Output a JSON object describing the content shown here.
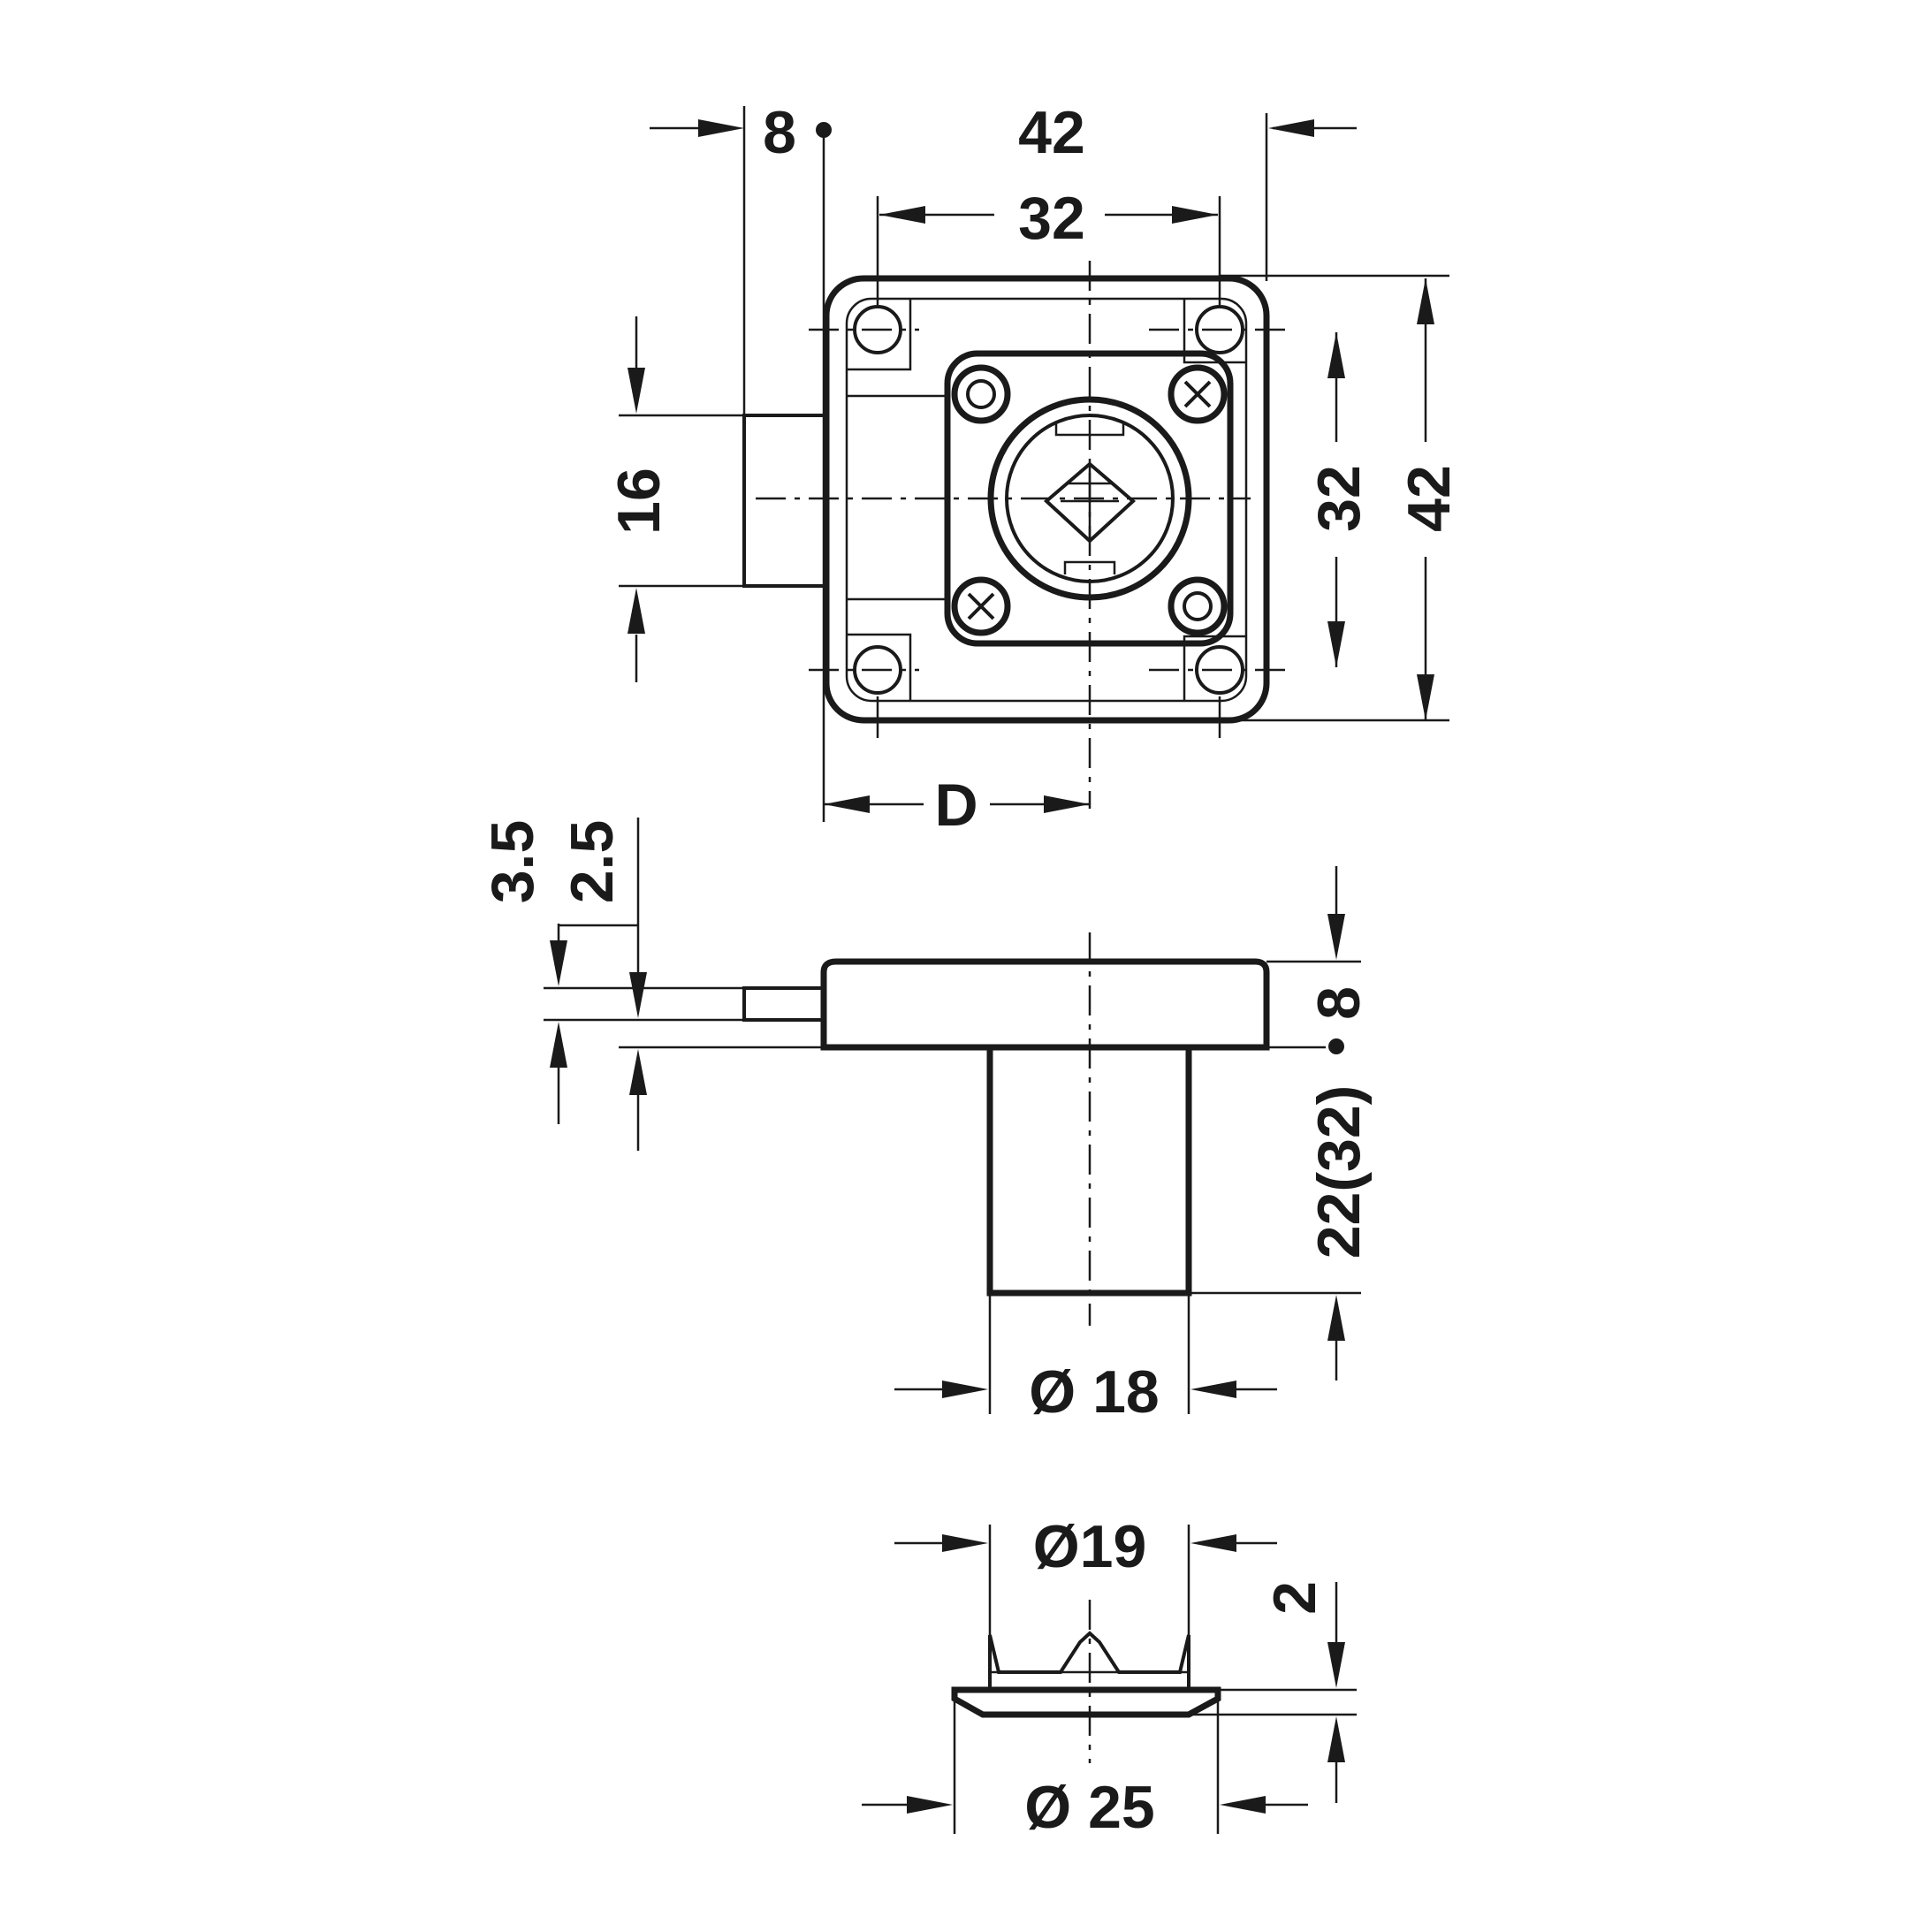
{
  "front_view": {
    "dim_backset": "8",
    "dim_width_outer": "42",
    "dim_hole_spacing_h": "32",
    "dim_bolt_height": "16",
    "dim_hole_spacing_v": "32",
    "dim_height_outer": "42",
    "dim_distance": "D"
  },
  "side_view": {
    "dim_bolt_offset": "3.5",
    "dim_bolt_thickness": "2.5",
    "dim_body_thickness": "8",
    "dim_cylinder_length": "22(32)",
    "dim_cylinder_diameter": "Ø 18"
  },
  "rosette_view": {
    "dim_inner_diameter": "Ø19",
    "dim_height": "2",
    "dim_outer_diameter": "Ø 25"
  },
  "colors": {
    "line": "#1a1a1a",
    "background": "#ffffff"
  }
}
